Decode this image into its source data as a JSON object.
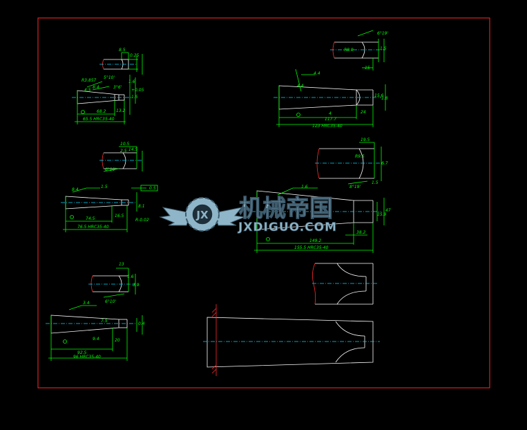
{
  "drawing": {
    "colors": {
      "background": "#000000",
      "frame": "#ff2a2a",
      "part": "#ffffff",
      "dimension": "#00ff00",
      "centerline": "#00d7ff",
      "break_mark": "#ff2a2a",
      "watermark": "#8fb6c8"
    },
    "watermark": {
      "title": "机械帝国",
      "subtitle": "JXDIGUO.COM",
      "logo_letters": "JX"
    },
    "parts": [
      {
        "id": "part1",
        "labels": [
          "8.5",
          "0.25",
          "5°10'",
          "1.6",
          "R3.857",
          "8.4",
          "+0.05",
          "4.5",
          "3°6'",
          "1.5",
          "13.2",
          "68.2",
          "65.5 HRC35-40"
        ]
      },
      {
        "id": "part2",
        "labels": [
          "10.5",
          "2.5",
          "14.5",
          "6°10'",
          "0.5",
          "8.4",
          "1.5",
          "8.1",
          "16.5",
          "74.5",
          "76.5 HRC35-40",
          "R-0.02"
        ]
      },
      {
        "id": "part3",
        "labels": [
          "13",
          "1.6",
          "8.9",
          "6°10'",
          "3.4",
          "7.5",
          "0.4",
          "9.4",
          "20",
          "92.5",
          "96 HRC35-40"
        ]
      },
      {
        "id": "part4",
        "labels": [
          "6°19'",
          "R8.9",
          "1.5",
          "15",
          "4.4",
          "4.4",
          "15.6",
          "1.8",
          "4",
          "24",
          "117.7",
          "123 HRC35-40"
        ]
      },
      {
        "id": "part5",
        "labels": [
          "19.5",
          "R9.5",
          "6.7",
          "8°19'",
          "1.5",
          "1.6",
          "15.9",
          "47",
          "38.2",
          "149.2",
          "155.5 HRC35-40"
        ]
      },
      {
        "id": "part6",
        "labels": []
      }
    ]
  }
}
